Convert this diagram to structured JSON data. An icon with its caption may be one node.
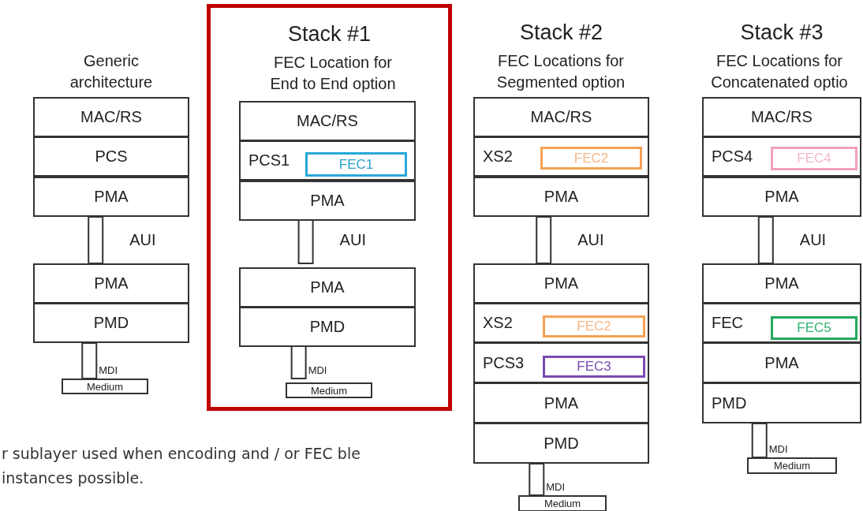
{
  "diagram": {
    "nodes": [
      {
        "text": [
          "MAC/RS"
        ]
      },
      {
        "text": [
          "PCS"
        ]
      },
      {
        "text": [
          "PMA"
        ]
      },
      {
        "text": [
          "PMA"
        ]
      },
      {
        "text": [
          "PMD"
        ]
      },
      {
        "text": [
          "Medium"
        ]
      },
      {
        "text": [
          "Stack #1",
          "FEC Location for End to End option"
        ]
      },
      {
        "text": [
          "MAC/RS"
        ],
        "in": 6
      },
      {
        "text": [
          "PCS1"
        ],
        "in": 6
      },
      {
        "text": [
          "FEC1"
        ],
        "in": 8
      },
      {
        "text": [
          "PMA"
        ],
        "in": 6
      },
      {
        "text": [
          "PMA"
        ],
        "in": 6
      },
      {
        "text": [
          "PMD"
        ],
        "in": 6
      },
      {
        "text": [
          "Medium"
        ],
        "in": 6
      },
      {
        "text": [
          "MAC/RS"
        ]
      },
      {
        "text": [
          "XS2"
        ]
      },
      {
        "text": [
          "FEC2"
        ],
        "in": 15
      },
      {
        "text": [
          "PMA"
        ]
      },
      {
        "text": [
          "PMA"
        ]
      },
      {
        "text": [
          "XS2"
        ]
      },
      {
        "text": [
          "FEC2"
        ],
        "in": 19
      },
      {
        "text": [
          "PCS3"
        ]
      },
      {
        "text": [
          "FEC3"
        ],
        "in": 21
      },
      {
        "text": [
          "PMA"
        ]
      },
      {
        "text": [
          "PMD"
        ]
      },
      {
        "text": [
          "Medium"
        ]
      },
      {
        "text": [
          "MAC/RS"
        ]
      },
      {
        "text": [
          "PCS4"
        ]
      },
      {
        "text": [
          "FEC4"
        ],
        "in": 27
      },
      {
        "text": [
          "PMA"
        ]
      },
      {
        "text": [
          "PMA"
        ]
      },
      {
        "text": [
          "FEC"
        ]
      },
      {
        "text": [
          "FEC5"
        ],
        "in": 31
      },
      {
        "text": [
          "PMA"
        ]
      },
      {
        "text": [
          "PMD"
        ]
      },
      {
        "text": [
          "Medium"
        ]
      }
    ],
    "edges": [
      {
        "from": 2,
        "to": 3,
        "arrow": "none",
        "label": "AUI"
      },
      {
        "from": 4,
        "to": 5,
        "arrow": "none",
        "label": "MDI"
      },
      {
        "from": 10,
        "to": 11,
        "arrow": "none",
        "label": "AUI"
      },
      {
        "from": 12,
        "to": 13,
        "arrow": "none",
        "label": "MDI"
      },
      {
        "from": 17,
        "to": 18,
        "arrow": "none",
        "label": "AUI"
      },
      {
        "from": 24,
        "to": 25,
        "arrow": "none",
        "label": "MDI"
      },
      {
        "from": 29,
        "to": 30,
        "arrow": "none",
        "label": "AUI"
      },
      {
        "from": 34,
        "to": 35,
        "arrow": "none",
        "label": "MDI"
      }
    ],
    "labels": [
      "Generic architecture",
      "Stack #2",
      "FEC Locations for Segmented option",
      "Stack #3",
      "FEC Locations for Concatenated optio",
      "r sublayer used when encoding and / or FEC ble instances possible."
    ]
  }
}
